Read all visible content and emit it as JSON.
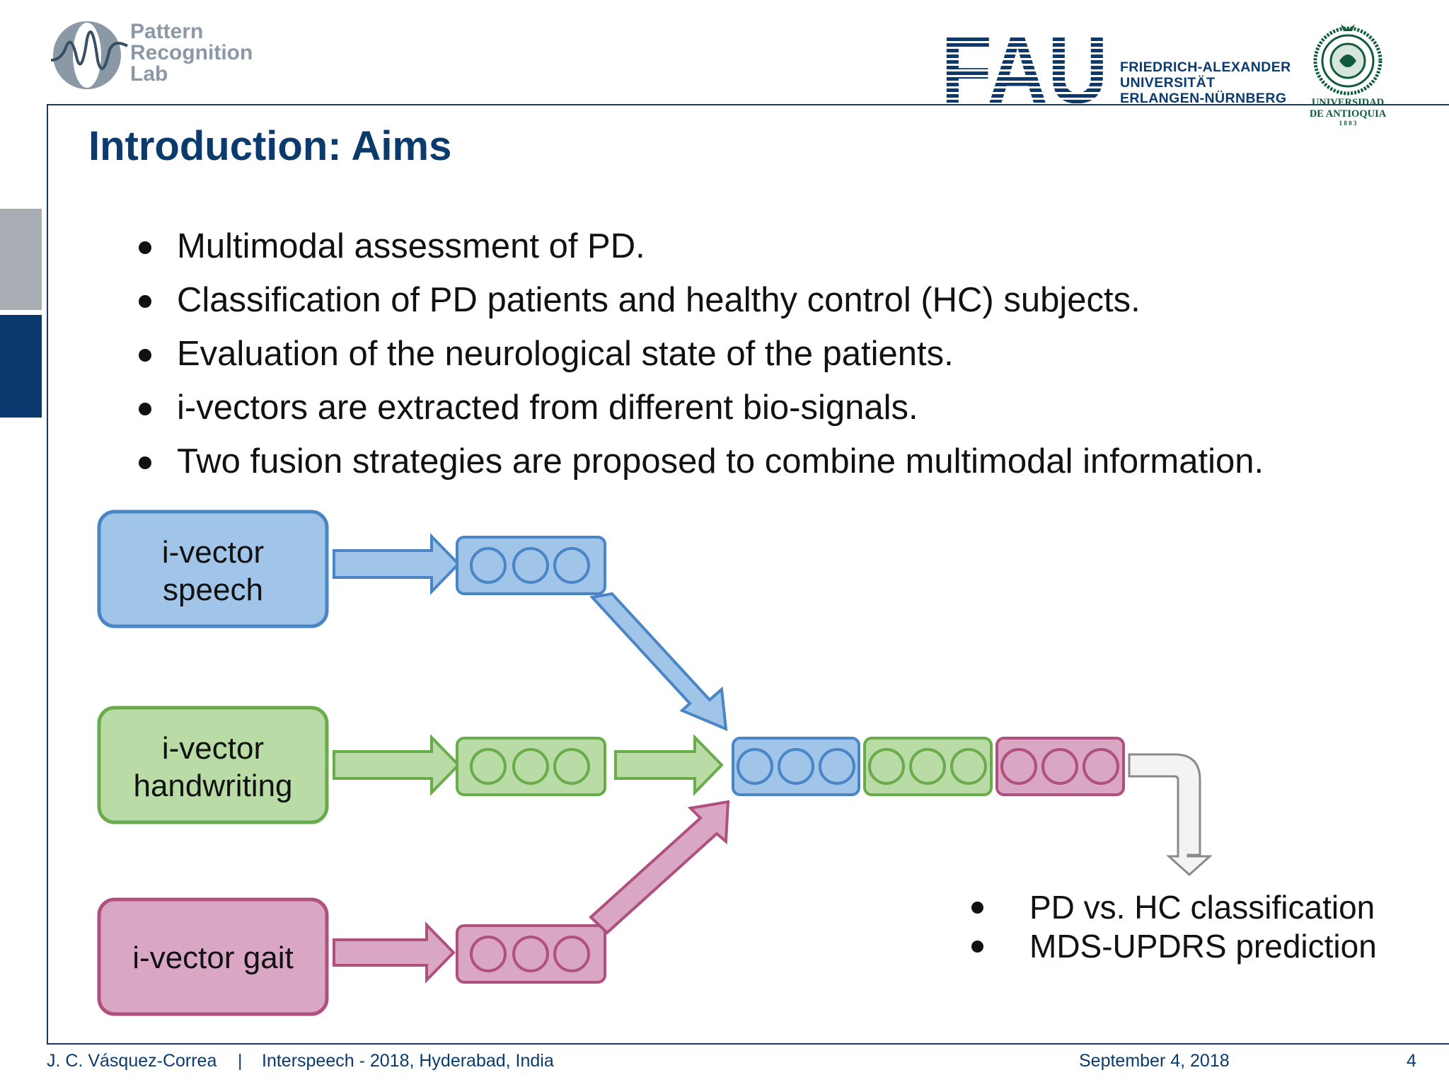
{
  "header": {
    "lab_logo_lines": [
      "Pattern",
      "Recognition",
      "Lab"
    ],
    "fau_wordmark": "FAU",
    "fau_lines": [
      "FRIEDRICH-ALEXANDER",
      "UNIVERSITÄT",
      "ERLANGEN-NÜRNBERG"
    ],
    "udea_lines": [
      "UNIVERSIDAD",
      "DE ANTIOQUIA",
      "1 8 0 3"
    ]
  },
  "slide": {
    "title": "Introduction: Aims",
    "bullets": [
      "Multimodal assessment of PD.",
      "Classification of PD patients and healthy control (HC) subjects.",
      "Evaluation of the neurological state of the patients.",
      "i-vectors are extracted from different bio-signals.",
      "Two fusion strategies are proposed to combine multimodal information."
    ]
  },
  "diagram": {
    "sources": [
      {
        "line1": "i-vector",
        "line2": "speech",
        "fill": "#a1c4e9",
        "stroke": "#4a86c6"
      },
      {
        "line1": "i-vector",
        "line2": "handwriting",
        "fill": "#b9dca6",
        "stroke": "#6aac4c"
      },
      {
        "line1": "i-vector gait",
        "fill": "#d9a7c4",
        "stroke": "#b0507f"
      }
    ],
    "outputs": [
      "PD vs. HC classification",
      "MDS-UPDRS prediction"
    ],
    "colors": {
      "blue": "#4a86c6",
      "green": "#6aac4c",
      "pink": "#b0507f",
      "grey_arrow": "#8a8a8a"
    }
  },
  "footer": {
    "author": "J. C. Vásquez-Correa",
    "separator": "|",
    "conference": "Interspeech - 2018, Hyderabad, India",
    "date": "September 4, 2018",
    "page": "4"
  }
}
